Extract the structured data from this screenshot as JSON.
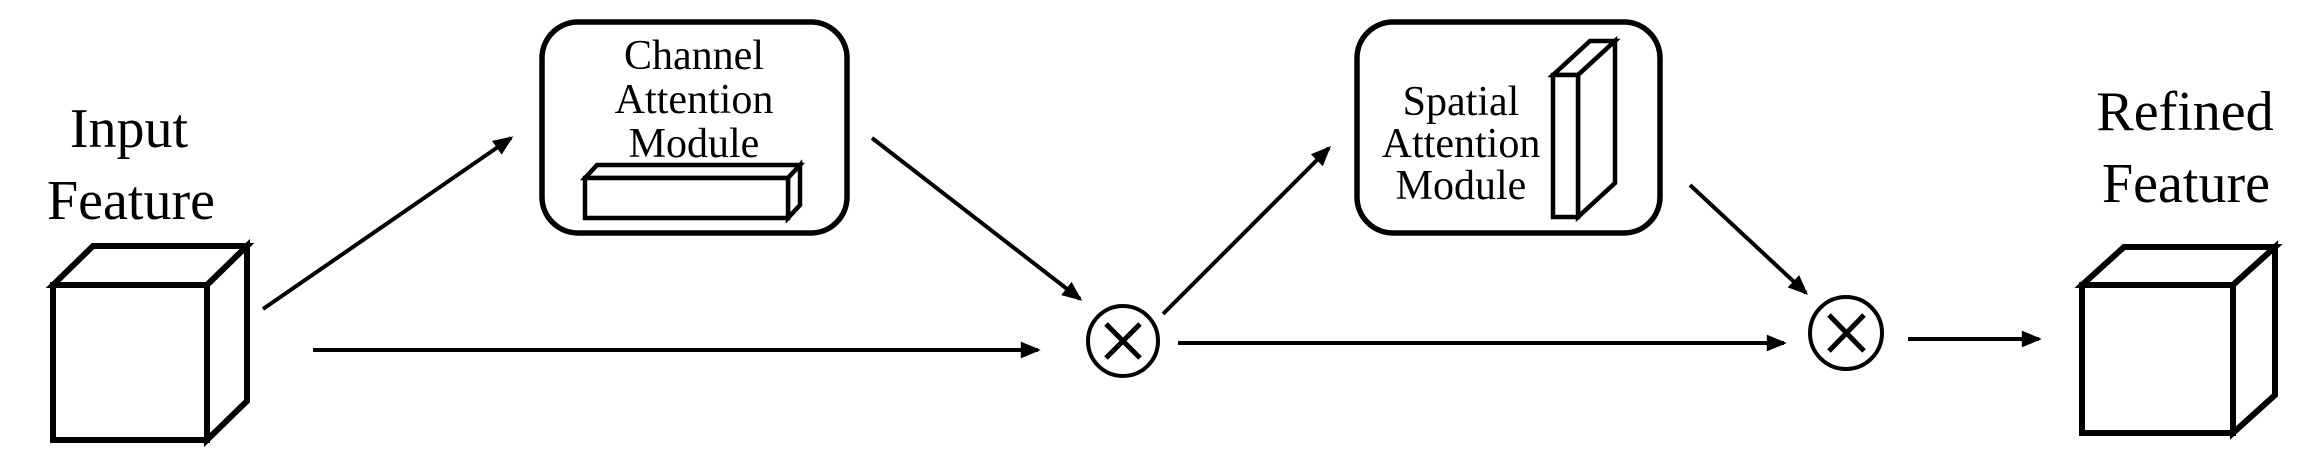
{
  "colors": {
    "ink": "#000000",
    "background": "#ffffff",
    "shade": "#e8e8e8"
  },
  "nodes": {
    "input_feature": {
      "line1": "Input",
      "line2": "Feature"
    },
    "channel_module": {
      "line1": "Channel",
      "line2": "Attention",
      "line3": "Module"
    },
    "spatial_module": {
      "line1": "Spatial",
      "line2": "Attention",
      "line3": "Module"
    },
    "refined_feature": {
      "line1": "Refined",
      "line2": "Feature"
    }
  },
  "operators": {
    "multiply_symbol": "×"
  }
}
